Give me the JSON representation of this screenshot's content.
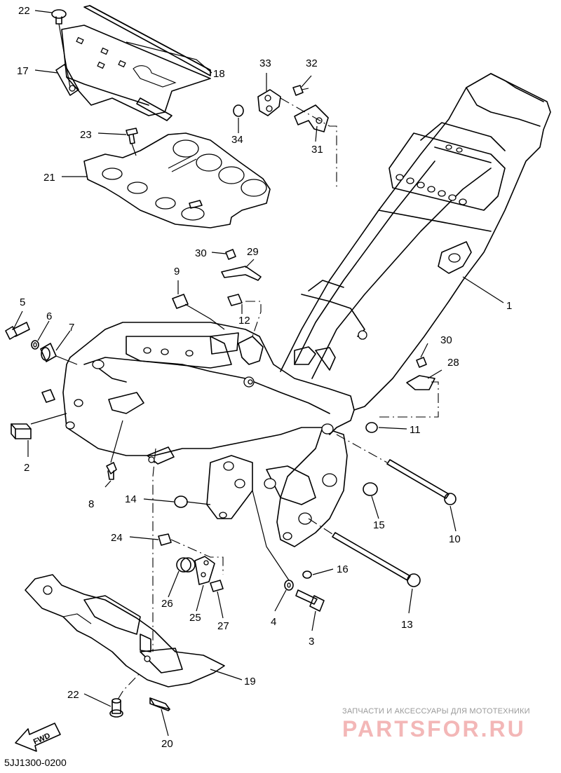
{
  "diagram": {
    "callouts": [
      {
        "id": "c1",
        "text": "1"
      },
      {
        "id": "c2",
        "text": "2"
      },
      {
        "id": "c3",
        "text": "3"
      },
      {
        "id": "c4",
        "text": "4"
      },
      {
        "id": "c5",
        "text": "5"
      },
      {
        "id": "c6",
        "text": "6"
      },
      {
        "id": "c7",
        "text": "7"
      },
      {
        "id": "c8",
        "text": "8"
      },
      {
        "id": "c9",
        "text": "9"
      },
      {
        "id": "c10",
        "text": "10"
      },
      {
        "id": "c11",
        "text": "11"
      },
      {
        "id": "c12",
        "text": "12"
      },
      {
        "id": "c13",
        "text": "13"
      },
      {
        "id": "c14",
        "text": "14"
      },
      {
        "id": "c15",
        "text": "15"
      },
      {
        "id": "c16",
        "text": "16"
      },
      {
        "id": "c17",
        "text": "17"
      },
      {
        "id": "c18",
        "text": "18"
      },
      {
        "id": "c19",
        "text": "19"
      },
      {
        "id": "c20",
        "text": "20"
      },
      {
        "id": "c21",
        "text": "21"
      },
      {
        "id": "c22a",
        "text": "22"
      },
      {
        "id": "c22b",
        "text": "22"
      },
      {
        "id": "c23",
        "text": "23"
      },
      {
        "id": "c24",
        "text": "24"
      },
      {
        "id": "c25",
        "text": "25"
      },
      {
        "id": "c26",
        "text": "26"
      },
      {
        "id": "c27",
        "text": "27"
      },
      {
        "id": "c28",
        "text": "28"
      },
      {
        "id": "c29",
        "text": "29"
      },
      {
        "id": "c30a",
        "text": "30"
      },
      {
        "id": "c30b",
        "text": "30"
      },
      {
        "id": "c31",
        "text": "31"
      },
      {
        "id": "c32",
        "text": "32"
      },
      {
        "id": "c33",
        "text": "33"
      },
      {
        "id": "c34",
        "text": "34"
      }
    ],
    "fwd_label": "FWD",
    "diagram_code": "5JJ1300-0200"
  },
  "watermark": {
    "tagline": "ЗАПЧАСТИ И АКСЕССУАРЫ ДЛЯ МОТОТЕХНИКИ",
    "site": "PARTSFOR.RU"
  }
}
